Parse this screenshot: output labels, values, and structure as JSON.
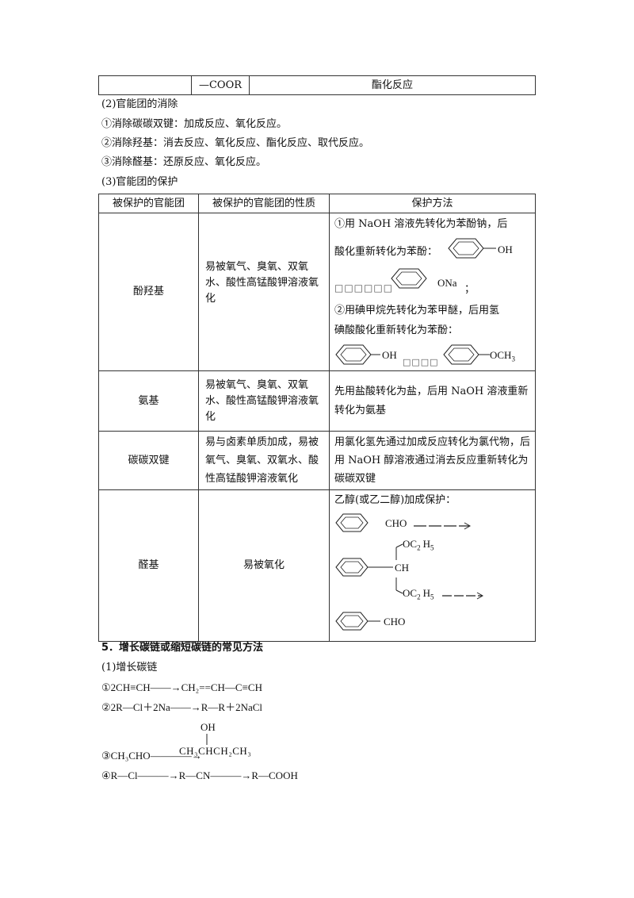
{
  "top_table": {
    "group": "—COOR",
    "reaction": "酯化反应"
  },
  "section2": {
    "heading": "(2)官能团的消除",
    "items": [
      "①消除碳碳双键：加成反应、氧化反应。",
      "②消除羟基：消去反应、氧化反应、酯化反应、取代反应。",
      "③消除醛基：还原反应、氧化反应。"
    ]
  },
  "section3": {
    "heading": "(3)官能团的保护",
    "headers": [
      "被保护的官能团",
      "被保护的官能团的性质",
      "保护方法"
    ],
    "rows": [
      {
        "group": "酚羟基",
        "property": "易被氧气、臭氧、双氧水、酸性高锰酸钾溶液氧化",
        "method_1a": "①用 NaOH 溶液先转化为苯酚钠，后",
        "method_1b": "酸化重新转化为苯酚：",
        "oh_label": "OH",
        "missing_1": "□□□□□□",
        "ona_label": "ONa",
        "semicolon": "；",
        "method_2a": "②用碘甲烷先转化为苯甲醚，后用氢",
        "method_2b": "碘酸酸化重新转化为苯酚：",
        "oh_label2": "OH",
        "missing_2": "□□□□",
        "och3_label": "OCH",
        "och3_sub": "3"
      },
      {
        "group": "氨基",
        "property": "易被氧气、臭氧、双氧水、酸性高锰酸钾溶液氧化",
        "method": "先用盐酸转化为盐，后用 NaOH 溶液重新转化为氨基"
      },
      {
        "group": "碳碳双键",
        "property": "易与卤素单质加成，易被氧气、臭氧、双氧水、酸性高锰酸钾溶液氧化",
        "method": "用氯化氢先通过加成反应转化为氯代物，后用 NaOH 醇溶液通过消去反应重新转化为碳碳双键"
      },
      {
        "group": "醛基",
        "property": "易被氧化",
        "method_title": "乙醇(或乙二醇)加成保护：",
        "cho_label": "CHO",
        "oc2h5_top": "OC",
        "oc2h5_top_sub": "2",
        "oc2h5_top_h": "H",
        "oc2h5_top_h_sub": "5",
        "ch_label": "CH",
        "oc2h5_bot": "OC",
        "oc2h5_bot_sub": "2",
        "oc2h5_bot_h": "H",
        "oc2h5_bot_h_sub": "5",
        "cho_label2": "CHO"
      }
    ]
  },
  "section5": {
    "heading": "5．增长碳链或缩短碳链的常见方法",
    "sub_heading": "(1)增长碳链",
    "eq1": "①2CH≡CH——→CH₂==CH—C≡CH",
    "eq2": "②2R—Cl＋2Na——→R—R＋2NaCl",
    "eq3_left": "③CH₃CHO————→",
    "eq3_oh": "OH",
    "eq3_product": "CH₃CHCH₂CH₃",
    "eq4": "④R—Cl———→R—CN———→R—COOH"
  }
}
